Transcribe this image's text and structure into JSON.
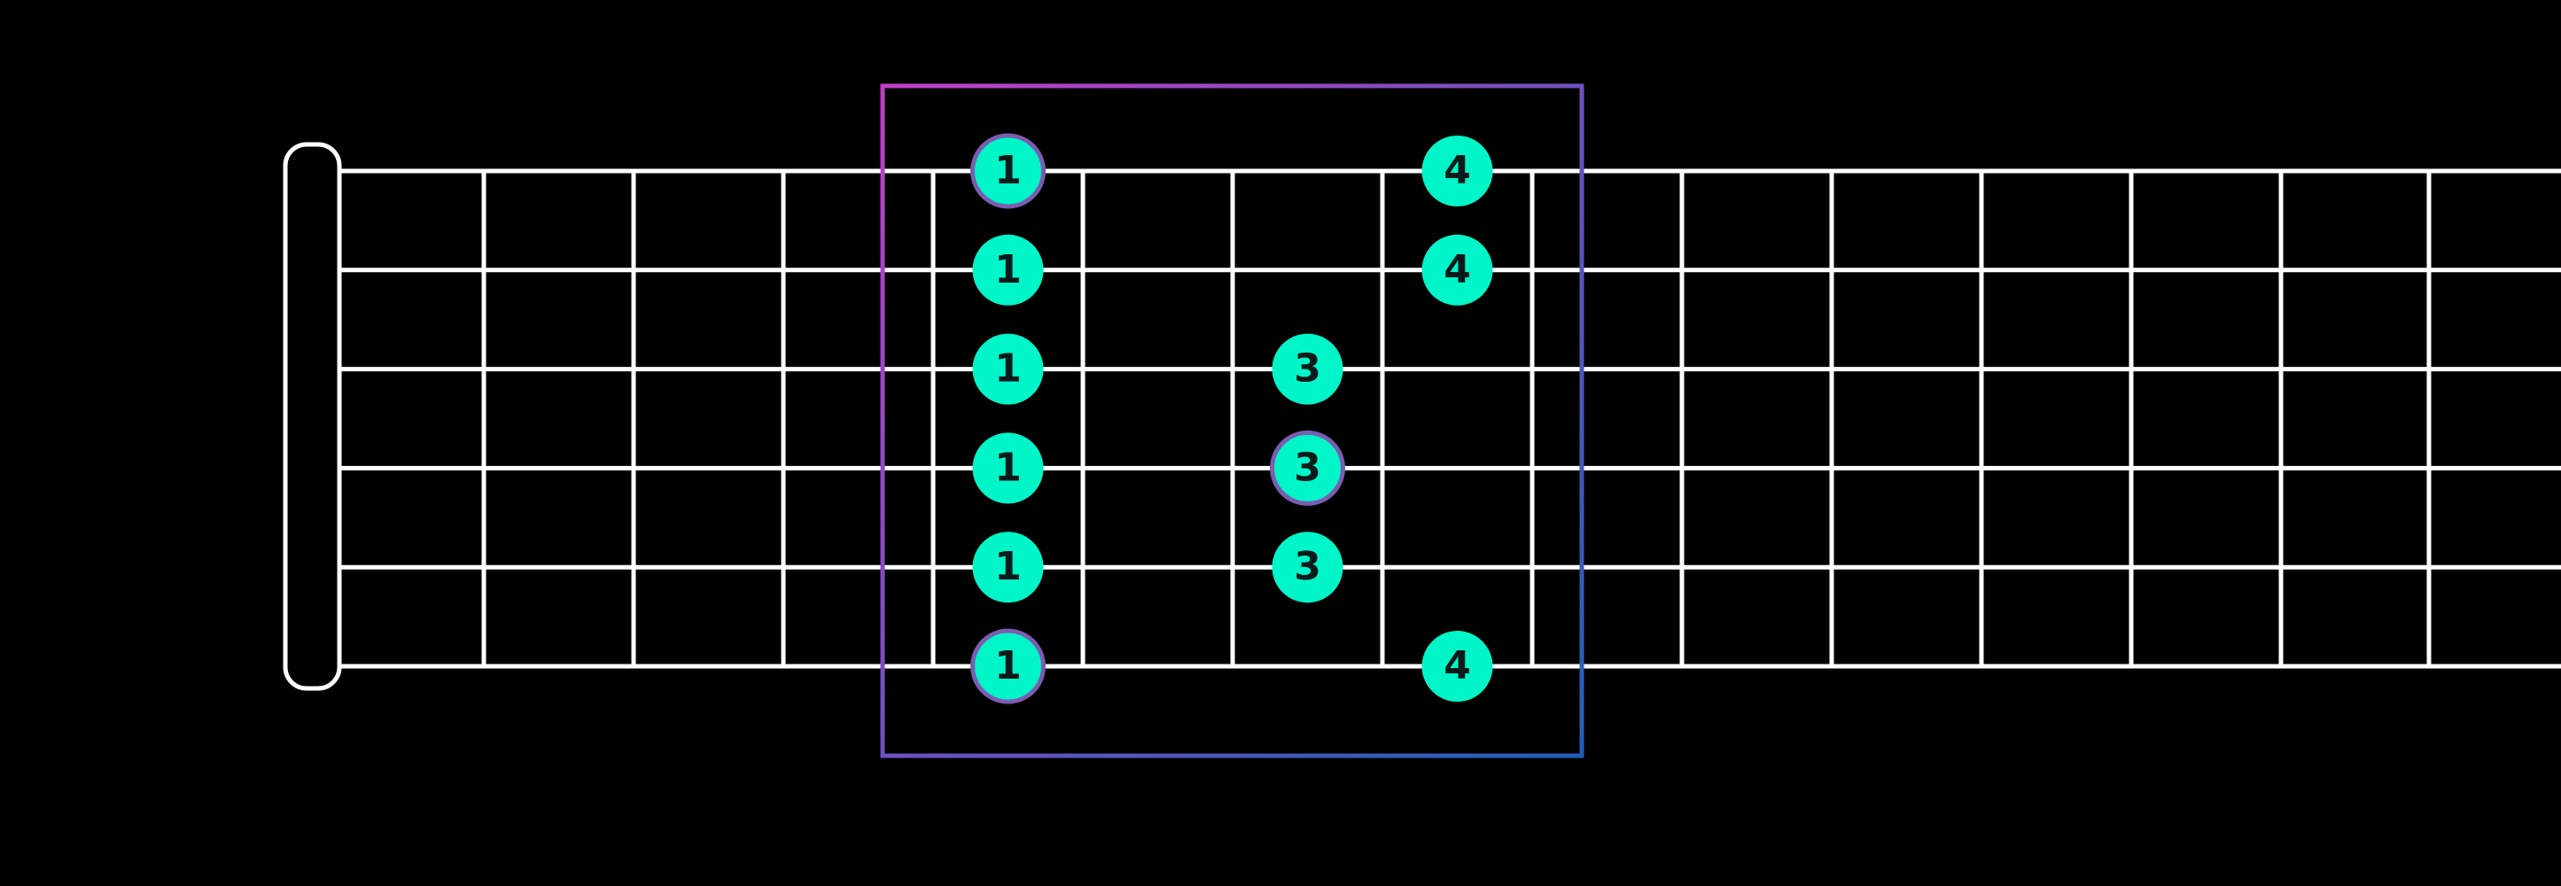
{
  "colors": {
    "background": "#000000",
    "fretboard_lines": "#ffffff",
    "note_fill": "#00f5c8",
    "note_text": "#0a1a1a",
    "root_ring": "#7b5cb0",
    "box_gradient_start": "#c040c8",
    "box_gradient_end": "#2060b8"
  },
  "fretboard": {
    "string_count": 6,
    "fret_count": 14,
    "has_nut": true
  },
  "position_box": {
    "first_fret": 5,
    "last_fret": 8
  },
  "notes": [
    {
      "string": 1,
      "fret": 5,
      "finger": "1",
      "root": true
    },
    {
      "string": 1,
      "fret": 8,
      "finger": "4",
      "root": false
    },
    {
      "string": 2,
      "fret": 5,
      "finger": "1",
      "root": false
    },
    {
      "string": 2,
      "fret": 8,
      "finger": "4",
      "root": false
    },
    {
      "string": 3,
      "fret": 5,
      "finger": "1",
      "root": false
    },
    {
      "string": 3,
      "fret": 7,
      "finger": "3",
      "root": false
    },
    {
      "string": 4,
      "fret": 5,
      "finger": "1",
      "root": false
    },
    {
      "string": 4,
      "fret": 7,
      "finger": "3",
      "root": true
    },
    {
      "string": 5,
      "fret": 5,
      "finger": "1",
      "root": false
    },
    {
      "string": 5,
      "fret": 7,
      "finger": "3",
      "root": false
    },
    {
      "string": 6,
      "fret": 5,
      "finger": "1",
      "root": true
    },
    {
      "string": 6,
      "fret": 8,
      "finger": "4",
      "root": false
    }
  ]
}
